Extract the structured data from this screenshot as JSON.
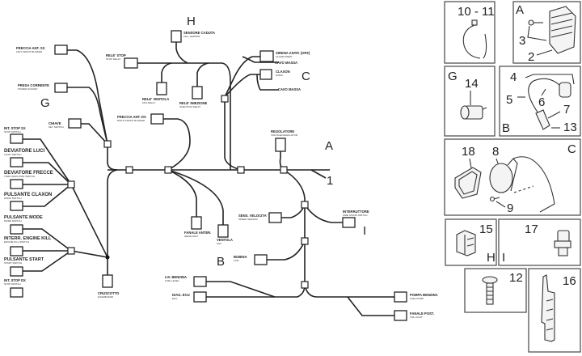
{
  "diagram": {
    "zone_labels": {
      "G": "G",
      "H": "H",
      "C": "C",
      "A": "A",
      "I": "I",
      "B": "B",
      "ref1": "1"
    },
    "connectors": {
      "freccia_ant_sx_top": {
        "label": "FRECCIA ANT. SX",
        "sub": "LEFT FRONT BLINKER"
      },
      "presa_corrente": {
        "label": "PRESA CORRENTE",
        "sub": "POWER SOCKET"
      },
      "chiave": {
        "label": "CHIAVE",
        "sub": "KEY SWITCH"
      },
      "int_stop_sx": {
        "label": "INT. STOP SX",
        "sub": "STOP SWITCH"
      },
      "deviatore_luci": {
        "label": "DEVIATORE LUCI",
        "sub": "LIGHT SWITCH"
      },
      "deviatore_frecce": {
        "label": "DEVIATORE FRECCE",
        "sub": "TURN INDICATOR SWITCH"
      },
      "pulsante_claxon": {
        "label": "PULSANTE CLAXON",
        "sub": "HORN SWITCH"
      },
      "pulsante_mode": {
        "label": "PULSANTE MODE",
        "sub": "MODE SWITCH"
      },
      "interr_engine_kill": {
        "label": "INTERR. ENGINE KILL",
        "sub": "ENGINE KILL SWITCH"
      },
      "pulsante_start": {
        "label": "PULSANTE START",
        "sub": "START SWITCH"
      },
      "int_stop_dx": {
        "label": "INT. STOP DX",
        "sub": "STOP SWITCH"
      },
      "cruscotto": {
        "label": "CRUSCOTTO",
        "sub": "DASHBOARD"
      },
      "rele_stop": {
        "label": "RELE' STOP",
        "sub": "STOP RELAY"
      },
      "sensore_caduta": {
        "label": "SENSORE CADUTA",
        "sub": "FALL SENSOR"
      },
      "rele_ventola": {
        "label": "RELE' VENTOLA",
        "sub": "FAN RELAY"
      },
      "rele_iniezione": {
        "label": "RELE' INIEZIONE",
        "sub": "INJECTION RELAY"
      },
      "freccia_ant_dx": {
        "label": "FRECCIA ANT. DX",
        "sub": "RIGHT FRONT BLINKER"
      },
      "sirena": {
        "label": "SIRENA ANTIF. (OPZ)",
        "sub": "ALARM SIREN"
      },
      "cavo_massa_1": {
        "label": "CAVO MASSA",
        "sub": ""
      },
      "claxon": {
        "label": "CLAXON",
        "sub": "HORN"
      },
      "cavo_massa_2": {
        "label": "CAVO MASSA",
        "sub": ""
      },
      "regolatore": {
        "label": "REGOLATORE",
        "sub": "VOLTAGE REGULATOR"
      },
      "fanale_anter": {
        "label": "FANALE ANTER.",
        "sub": "HEADLIGHT"
      },
      "ventola": {
        "label": "VENTOLA",
        "sub": "FAN"
      },
      "sens_velocita": {
        "label": "SENS. VELOCITA'",
        "sub": "SPEED SENSOR"
      },
      "interruttore": {
        "label": "INTERRUTTORE",
        "sub": "SIDE STAND SWITCH"
      },
      "bobina": {
        "label": "BOBINA",
        "sub": "COIL"
      },
      "liv_benzina": {
        "label": "LIV. BENZINA",
        "sub": "FUEL LEVEL"
      },
      "dial_ecu": {
        "label": "DIAG. ECU",
        "sub": "ECU"
      },
      "pompa_benzina": {
        "label": "POMPA BENZINA",
        "sub": "FUEL PUMP"
      },
      "fanale_post": {
        "label": "FANALE POST.",
        "sub": "TAIL LIGHT"
      }
    }
  },
  "panels": [
    {
      "id": "clamp",
      "numbers": [
        "10 - 11"
      ],
      "zone": ""
    },
    {
      "id": "regulator",
      "numbers": [
        "3",
        "2"
      ],
      "zone": "A"
    },
    {
      "id": "socket",
      "numbers": [
        "14"
      ],
      "zone": "G"
    },
    {
      "id": "coil",
      "numbers": [
        "4",
        "5",
        "6",
        "7",
        "13"
      ],
      "zone": "B"
    },
    {
      "id": "horn",
      "numbers": [
        "18",
        "8",
        "9"
      ],
      "zone": "C"
    },
    {
      "id": "fall-sensor",
      "numbers": [
        "15"
      ],
      "zone": "H"
    },
    {
      "id": "stand-switch",
      "numbers": [
        "17"
      ],
      "zone": "I"
    },
    {
      "id": "screw",
      "numbers": [
        "12"
      ],
      "zone": ""
    },
    {
      "id": "decal",
      "numbers": [
        "16"
      ],
      "zone": ""
    }
  ]
}
